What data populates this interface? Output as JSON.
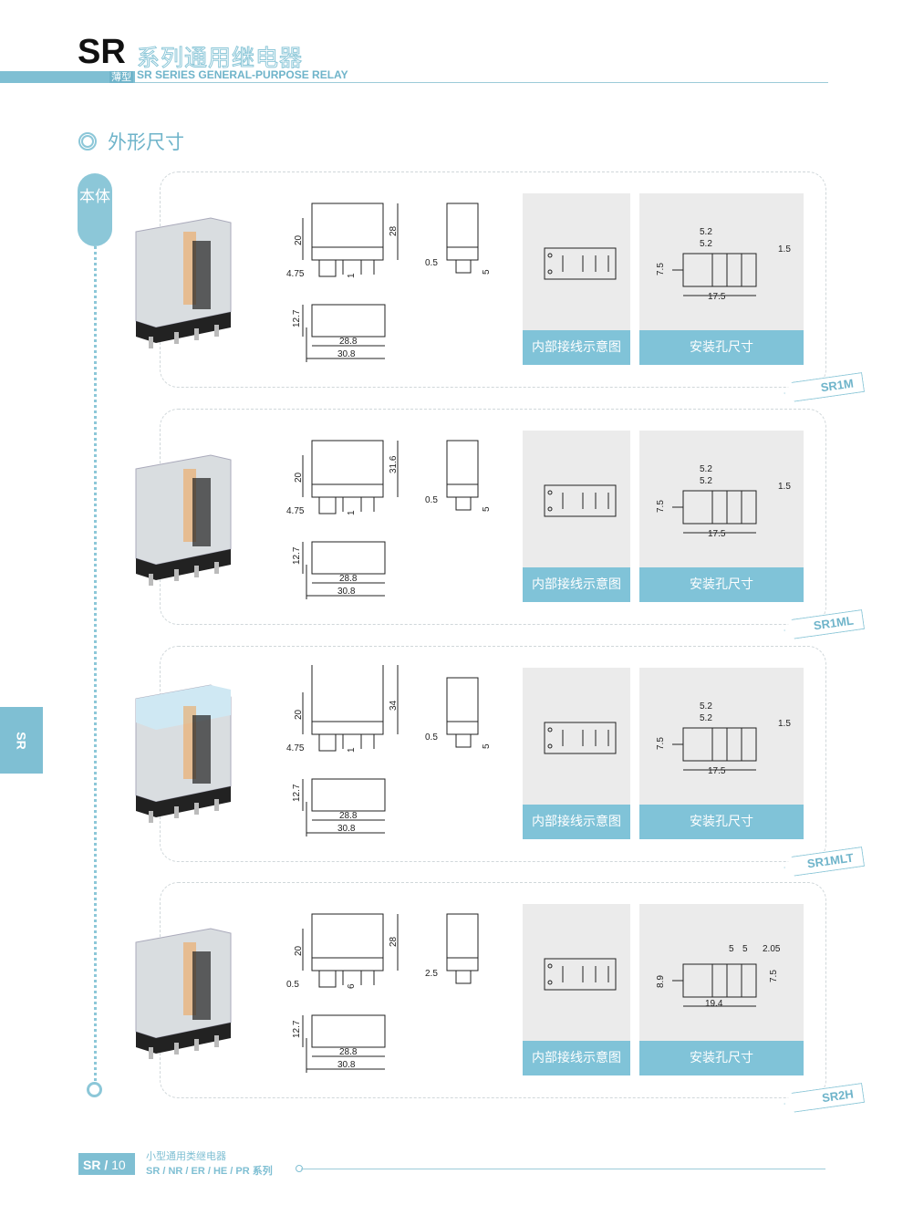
{
  "header": {
    "brand": "SR",
    "title_cn": "系列通用继电器",
    "type_tag": "薄型",
    "title_en": "SR SERIES GENERAL-PURPOSE RELAY"
  },
  "section_title": "外形尺寸",
  "body_label": "本体",
  "side_tab": "SR",
  "colors": {
    "accent": "#7fbfd3",
    "caption": "#80c3d8",
    "panel": "#ebebeb"
  },
  "rows": [
    {
      "model": "SR1M",
      "wiring_caption": "内部接线示意图",
      "mount_caption": "安装孔尺寸",
      "dims": {
        "h_inner": "20",
        "h_total": "28",
        "pin_offset": "4.75",
        "pin_gap": "1",
        "side_gap": "0.5",
        "side_pin": "5",
        "depth": "12.7",
        "len_inner": "28.8",
        "len_total": "30.8"
      },
      "mount": [
        "5.2",
        "5.2",
        "1.5",
        "7.5",
        "17.5"
      ]
    },
    {
      "model": "SR1ML",
      "wiring_caption": "内部接线示意图",
      "mount_caption": "安装孔尺寸",
      "dims": {
        "h_inner": "20",
        "h_total": "31.6",
        "pin_offset": "4.75",
        "pin_gap": "1",
        "side_gap": "0.5",
        "side_pin": "5",
        "depth": "12.7",
        "len_inner": "28.8",
        "len_total": "30.8"
      },
      "mount": [
        "5.2",
        "5.2",
        "1.5",
        "7.5",
        "17.5"
      ]
    },
    {
      "model": "SR1MLT",
      "wiring_caption": "内部接线示意图",
      "mount_caption": "安装孔尺寸",
      "dims": {
        "h_inner": "20",
        "h_total": "34",
        "pin_offset": "4.75",
        "pin_gap": "1",
        "side_gap": "0.5",
        "side_pin": "5",
        "depth": "12.7",
        "len_inner": "28.8",
        "len_total": "30.8"
      },
      "mount": [
        "5.2",
        "5.2",
        "1.5",
        "7.5",
        "17.5"
      ]
    },
    {
      "model": "SR2H",
      "wiring_caption": "内部接线示意图",
      "mount_caption": "安装孔尺寸",
      "dims": {
        "h_inner": "20",
        "h_total": "28",
        "pin_offset": "0.5",
        "pin_gap": "6",
        "side_gap": "2.5",
        "side_pin": "",
        "depth": "12.7",
        "len_inner": "28.8",
        "len_total": "30.8"
      },
      "mount": [
        "5",
        "5",
        "2.05",
        "8.9",
        "7.5",
        "19.4"
      ]
    }
  ],
  "footer": {
    "brand": "SR",
    "sep": " / ",
    "page": "10",
    "cn": "小型通用类继电器",
    "series": "SR / NR / ER / HE / PR 系列"
  }
}
